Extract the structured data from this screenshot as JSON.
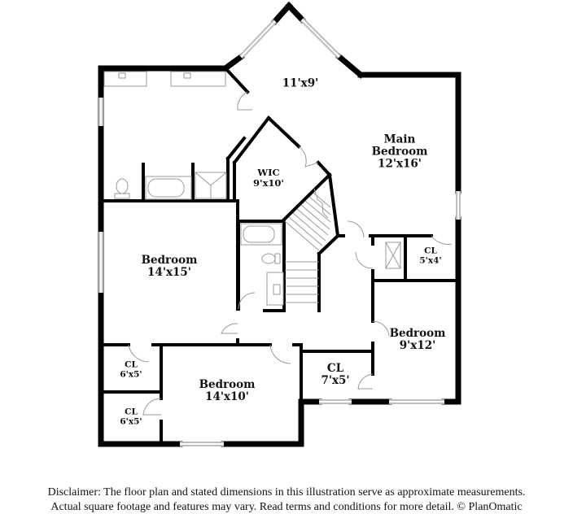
{
  "floor_plan": {
    "rooms": [
      {
        "id": "sitting",
        "name": "",
        "dimensions": "11'x9'"
      },
      {
        "id": "main-bedroom",
        "name": "Main Bedroom",
        "name_lines": [
          "Main",
          "Bedroom"
        ],
        "dimensions": "12'x16'"
      },
      {
        "id": "wic",
        "name": "WIC",
        "dimensions": "9'x10'"
      },
      {
        "id": "closet-main",
        "name": "CL",
        "dimensions": "5'x4'"
      },
      {
        "id": "bedroom-2",
        "name": "Bedroom",
        "dimensions": "14'x15'"
      },
      {
        "id": "bedroom-3",
        "name": "Bedroom",
        "dimensions": "9'x12'"
      },
      {
        "id": "bedroom-4",
        "name": "Bedroom",
        "dimensions": "14'x10'"
      },
      {
        "id": "closet-hall",
        "name": "CL",
        "dimensions": "7'x5'"
      },
      {
        "id": "closet-upper",
        "name": "CL",
        "dimensions": "6'x5'"
      },
      {
        "id": "closet-lower",
        "name": "CL",
        "dimensions": "6'x5'"
      }
    ]
  },
  "disclaimer": {
    "line1": "Disclaimer: The floor plan and stated dimensions in this illustration serve as approximate measurements.",
    "line2": "Actual square footage and features may vary. Read terms and conditions for more detail. © PlanOmatic"
  }
}
